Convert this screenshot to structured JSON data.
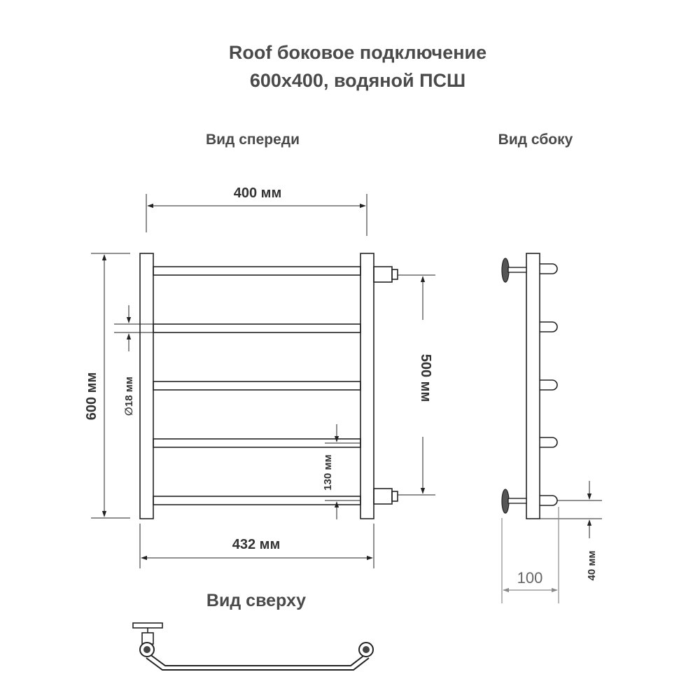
{
  "title": {
    "line1": "Roof боковое подключение",
    "line2": "600x400, водяной ПСШ"
  },
  "views": {
    "front": "Вид спереди",
    "side": "Вид сбоку",
    "top": "Вид сверху"
  },
  "dimensions": {
    "width_top": "400 мм",
    "height_total": "600 мм",
    "diameter": "∅18 мм",
    "center_distance": "500 мм",
    "bar_spacing": "130 мм",
    "width_bottom": "432 мм",
    "wall_offset": "100",
    "side_bar": "40 мм"
  },
  "colors": {
    "line": "#222222",
    "text": "#4a4a4a",
    "light_text": "#666666"
  }
}
